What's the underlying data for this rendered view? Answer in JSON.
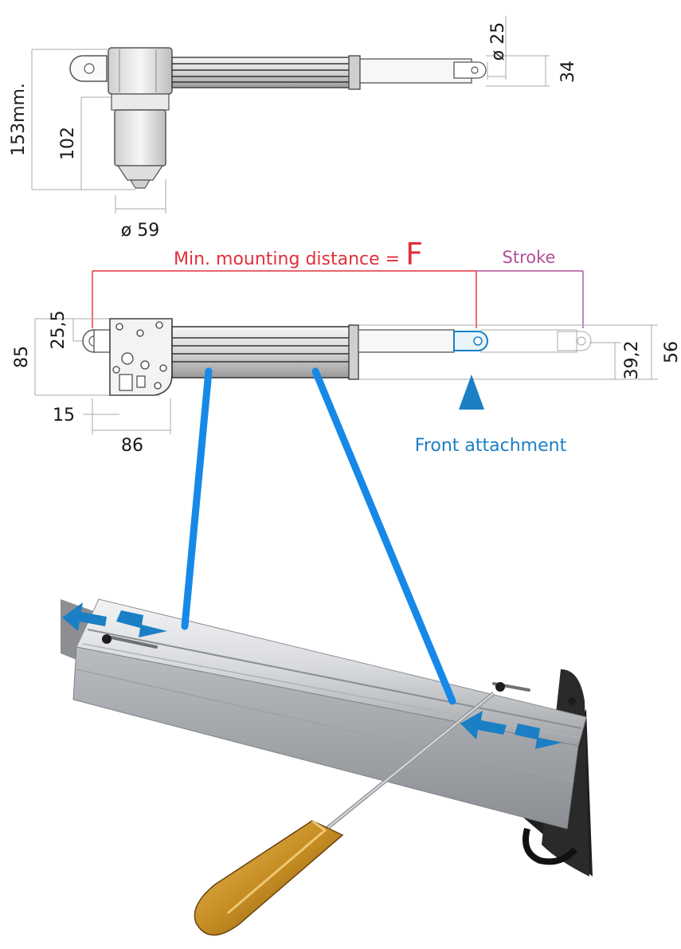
{
  "labels": {
    "dim_25": "ø 25",
    "dim_34": "34",
    "dim_153": "153mm.",
    "dim_102": "102",
    "dim_59": "ø 59",
    "min_mounting": "Min. mounting distance = ",
    "F": "F",
    "stroke": "Stroke",
    "dim_85": "85",
    "dim_25_5": "25,5",
    "dim_39_2": "39,2",
    "dim_56": "56",
    "dim_15": "15",
    "dim_86": "86",
    "front_attachment": "Front attachment"
  },
  "colors": {
    "dim_line": "#a8a8a8",
    "red": "#e0303a",
    "pink": "#b0509a",
    "blue": "#1a7fc4",
    "leader_blue": "#1688e8",
    "aluminium": "#cfd1d4",
    "handle": "#c9962e"
  }
}
